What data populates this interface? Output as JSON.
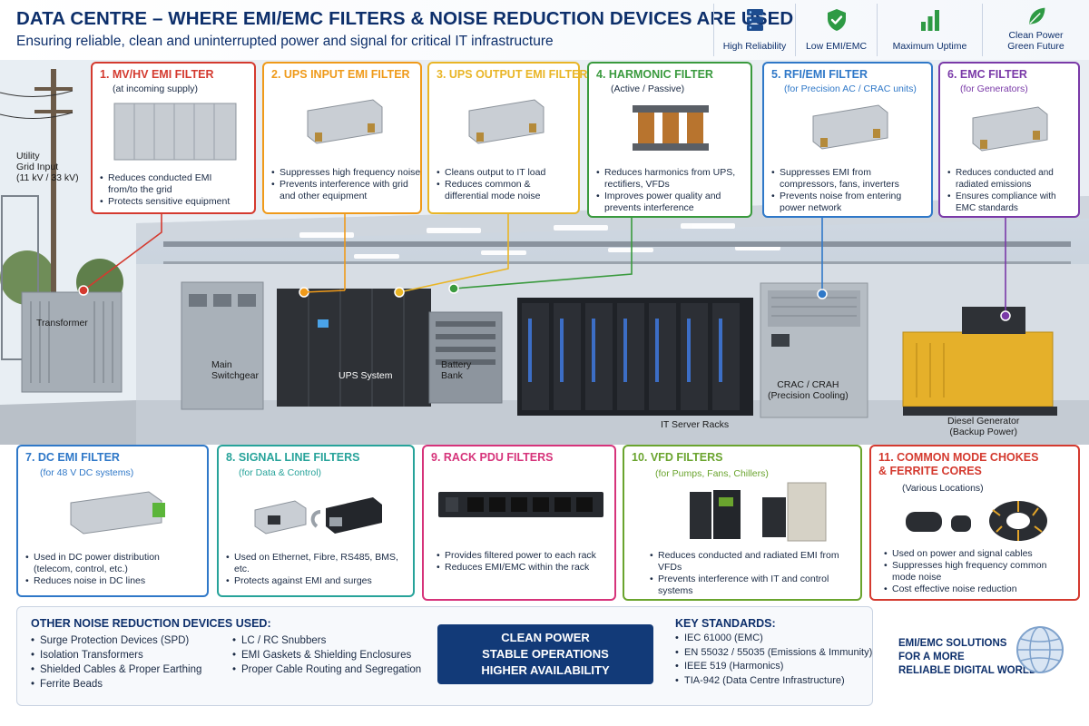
{
  "header": {
    "title": "DATA CENTRE – WHERE EMI/EMC FILTERS & NOISE REDUCTION DEVICES ARE USED",
    "subtitle": "Ensuring reliable, clean and uninterrupted power and signal for critical IT infrastructure",
    "badges": [
      {
        "label": "High Reliability",
        "icon": "server-stack-icon"
      },
      {
        "label": "Low EMI/EMC",
        "icon": "shield-check-icon"
      },
      {
        "label": "Maximum Uptime",
        "icon": "bar-chart-icon"
      },
      {
        "label": "Clean Power\nGreen Future",
        "icon": "leaf-icon"
      }
    ]
  },
  "colors": {
    "mvhv": "#d43a2f",
    "ups_in": "#ef9a1a",
    "ups_out": "#e9b526",
    "harmonic": "#3a9a3e",
    "rfi": "#2f78c8",
    "emc": "#7a3aa8",
    "dc": "#2f78c8",
    "signal": "#27a39a",
    "rack_pdu": "#d6337a",
    "vfd": "#6aa42e",
    "choke": "#d43a2f",
    "navy": "#0d2f6b"
  },
  "top_boxes": [
    {
      "title": "1. MV/HV EMI FILTER",
      "sub": "(at incoming supply)",
      "bullets": [
        "Reduces conducted EMI from/to the grid",
        "Protects sensitive equipment"
      ]
    },
    {
      "title": "2. UPS INPUT EMI FILTER",
      "sub": "",
      "bullets": [
        "Suppresses high frequency noise",
        "Prevents interference with grid and other equipment"
      ]
    },
    {
      "title": "3. UPS OUTPUT EMI FILTER",
      "sub": "",
      "bullets": [
        "Cleans output to IT load",
        "Reduces common & differential mode noise"
      ]
    },
    {
      "title": "4. HARMONIC FILTER",
      "sub": "(Active / Passive)",
      "bullets": [
        "Reduces harmonics from UPS, rectifiers, VFDs",
        "Improves power quality and prevents interference"
      ]
    },
    {
      "title": "5. RFI/EMI FILTER",
      "sub": "(for Precision AC / CRAC units)",
      "bullets": [
        "Suppresses EMI from compressors, fans, inverters",
        "Prevents noise from entering power network"
      ]
    },
    {
      "title": "6. EMC FILTER",
      "sub": "(for Generators)",
      "bullets": [
        "Reduces conducted and radiated emissions",
        "Ensures compliance with EMC standards"
      ]
    }
  ],
  "scene_labels": {
    "utility": "Utility\nGrid Input\n(11 kV / 33 kV)",
    "transformer": "Transformer",
    "switchgear": "Main\nSwitchgear",
    "ups": "UPS System",
    "battery": "Battery\nBank",
    "racks": "IT Server Racks",
    "crac": "CRAC / CRAH\n(Precision Cooling)",
    "generator": "Diesel Generator\n(Backup Power)"
  },
  "bottom_boxes": [
    {
      "title": "7. DC EMI FILTER",
      "sub": "(for 48 V DC systems)",
      "bullets": [
        "Used in DC power distribution (telecom, control, etc.)",
        "Reduces noise in DC lines"
      ]
    },
    {
      "title": "8. SIGNAL LINE FILTERS",
      "sub": "(for Data & Control)",
      "bullets": [
        "Used on Ethernet, Fibre, RS485, BMS, etc.",
        "Protects against EMI and surges"
      ]
    },
    {
      "title": "9. RACK PDU FILTERS",
      "sub": "",
      "bullets": [
        "Provides filtered power to each rack",
        "Reduces EMI/EMC within the rack"
      ]
    },
    {
      "title": "10. VFD FILTERS",
      "sub": "(for Pumps, Fans, Chillers)",
      "bullets": [
        "Reduces conducted and radiated EMI from VFDs",
        "Prevents interference with IT and control systems"
      ]
    },
    {
      "title": "11. COMMON MODE CHOKES\n& FERRITE CORES",
      "sub": "(Various Locations)",
      "bullets": [
        "Used on power and signal cables",
        "Suppresses high frequency common mode noise",
        "Cost effective noise reduction"
      ]
    }
  ],
  "other": {
    "heading": "OTHER NOISE REDUCTION DEVICES USED:",
    "col1": [
      "Surge Protection Devices (SPD)",
      "Isolation Transformers",
      "Shielded Cables & Proper Earthing",
      "Ferrite Beads"
    ],
    "col2": [
      "LC / RC Snubbers",
      "EMI Gaskets & Shielding Enclosures",
      "Proper Cable Routing and Segregation"
    ]
  },
  "banner": [
    "CLEAN POWER",
    "STABLE OPERATIONS",
    "HIGHER AVAILABILITY"
  ],
  "standards": {
    "heading": "KEY STANDARDS:",
    "items": [
      "IEC 61000 (EMC)",
      "EN 55032 / 55035 (Emissions & Immunity)",
      "IEEE 519 (Harmonics)",
      "TIA-942 (Data Centre Infrastructure)"
    ]
  },
  "slogan": "EMI/EMC SOLUTIONS\nFOR A MORE\nRELIABLE DIGITAL WORLD"
}
